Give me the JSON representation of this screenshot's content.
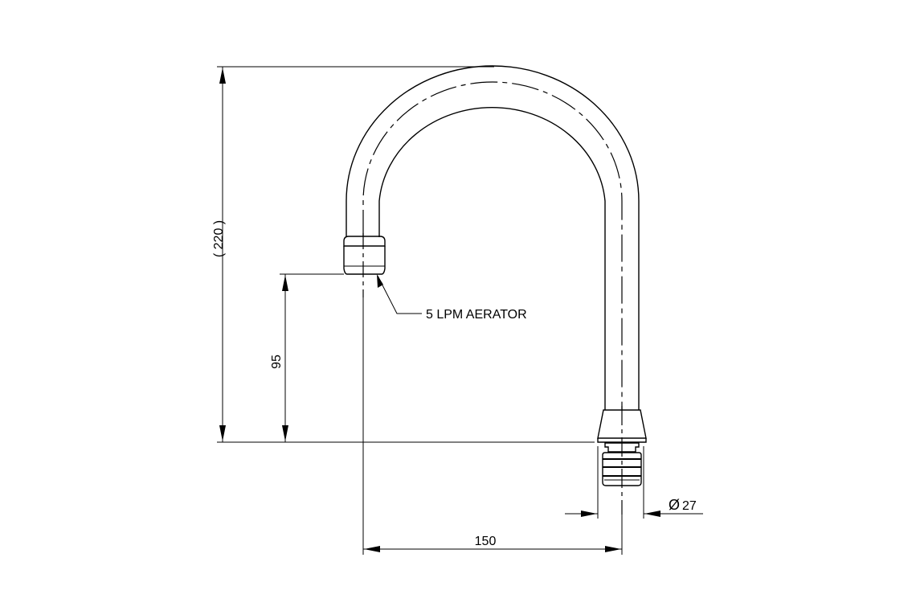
{
  "drawing": {
    "title": "Gooseneck spout dimension drawing",
    "line_color": "#000000",
    "background": "#ffffff"
  },
  "dimensions": {
    "overall_height": {
      "value": "220",
      "display": "( 220 )",
      "reference": true
    },
    "outlet_height": {
      "value": "95",
      "display": "95"
    },
    "reach": {
      "value": "150",
      "display": "150"
    },
    "base_diameter": {
      "value": "27",
      "display": "27",
      "symbol": "Ø"
    }
  },
  "annotations": {
    "aerator": "5 LPM AERATOR"
  },
  "icons": {
    "diameter_symbol": "diameter-icon"
  }
}
